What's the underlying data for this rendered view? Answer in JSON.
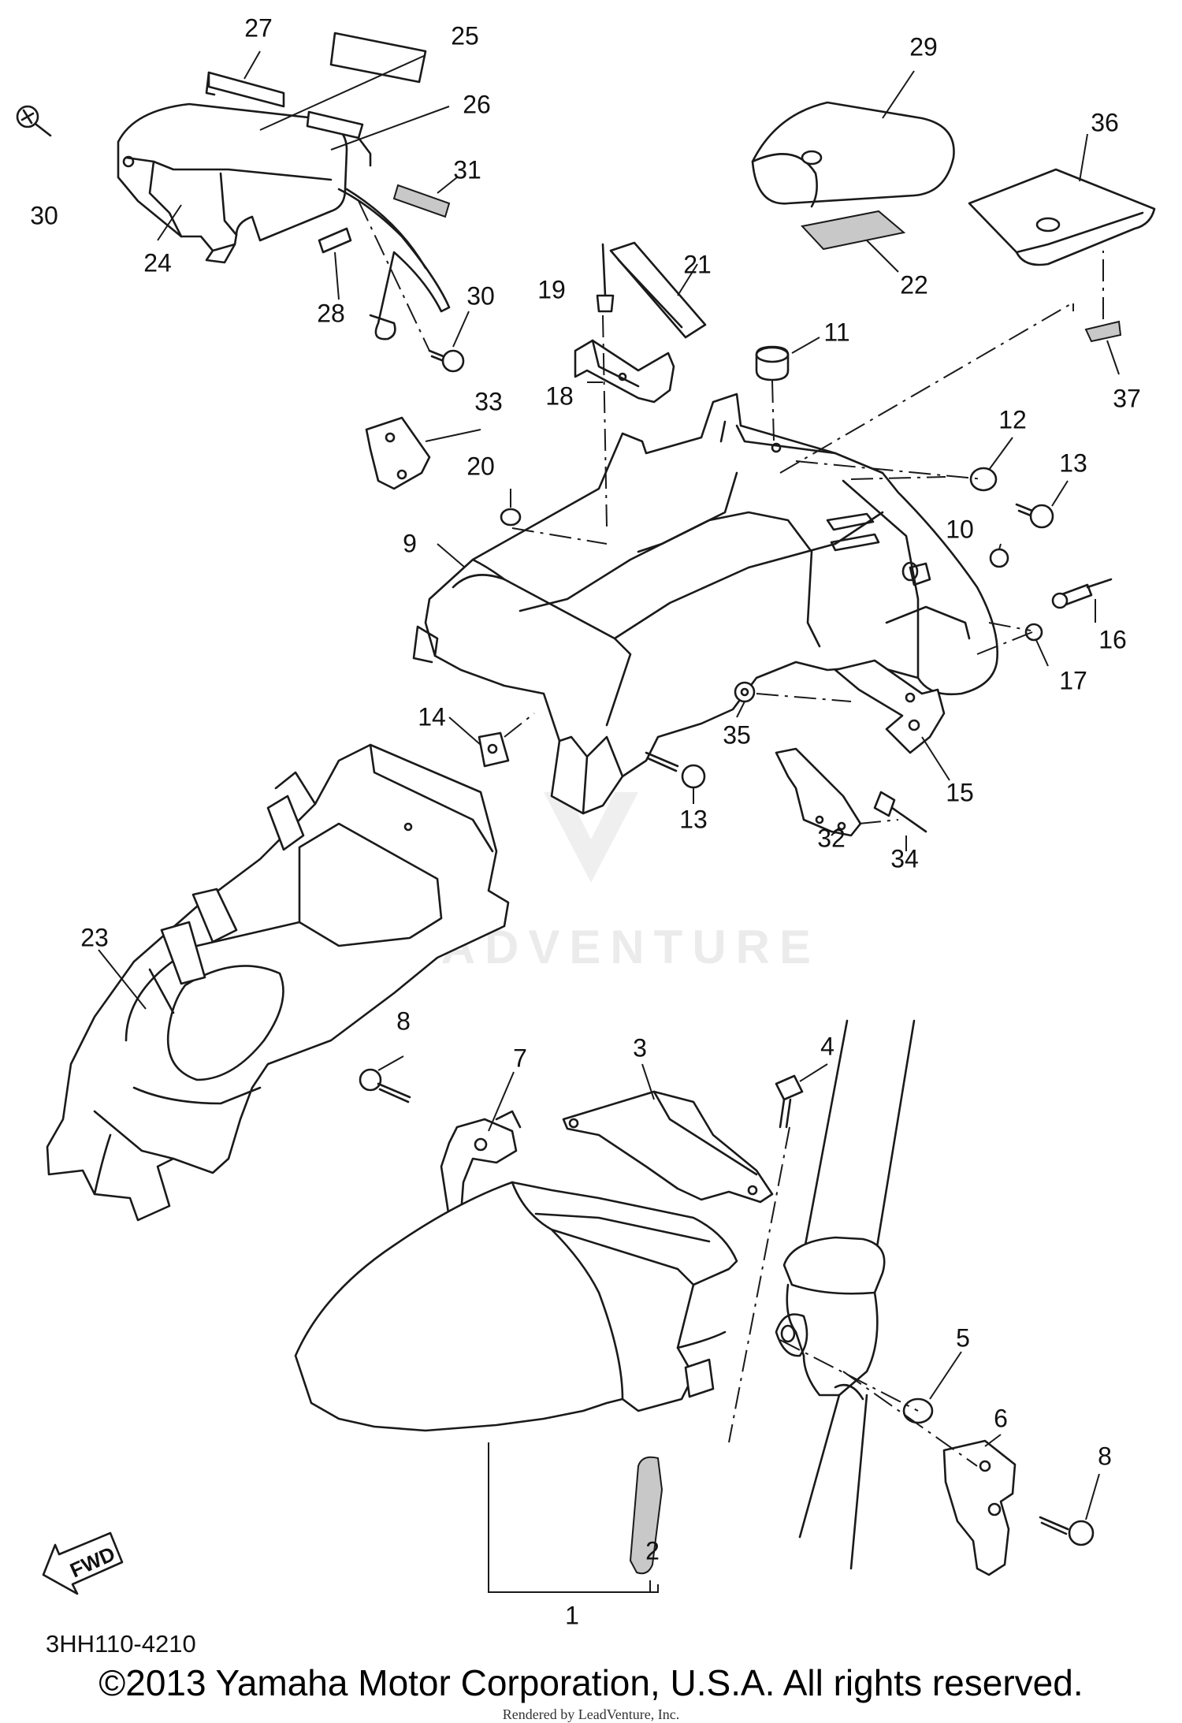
{
  "diagram": {
    "ref_code": "3HH110-4210",
    "copyright": "©2013 Yamaha Motor Corporation, U.S.A. All rights reserved.",
    "rendered_by": "Rendered by LeadVenture, Inc.",
    "watermark": "LEADVENTURE",
    "direction_label": "FWD",
    "callouts": [
      {
        "id": "c1",
        "label": "1"
      },
      {
        "id": "c2",
        "label": "2"
      },
      {
        "id": "c3",
        "label": "3"
      },
      {
        "id": "c4",
        "label": "4"
      },
      {
        "id": "c5",
        "label": "5"
      },
      {
        "id": "c6",
        "label": "6"
      },
      {
        "id": "c7",
        "label": "7"
      },
      {
        "id": "c8a",
        "label": "8"
      },
      {
        "id": "c8b",
        "label": "8"
      },
      {
        "id": "c9",
        "label": "9"
      },
      {
        "id": "c10",
        "label": "10"
      },
      {
        "id": "c11",
        "label": "11"
      },
      {
        "id": "c12",
        "label": "12"
      },
      {
        "id": "c13a",
        "label": "13"
      },
      {
        "id": "c13b",
        "label": "13"
      },
      {
        "id": "c14",
        "label": "14"
      },
      {
        "id": "c15",
        "label": "15"
      },
      {
        "id": "c16",
        "label": "16"
      },
      {
        "id": "c17",
        "label": "17"
      },
      {
        "id": "c18",
        "label": "18"
      },
      {
        "id": "c19",
        "label": "19"
      },
      {
        "id": "c20",
        "label": "20"
      },
      {
        "id": "c21",
        "label": "21"
      },
      {
        "id": "c22",
        "label": "22"
      },
      {
        "id": "c23",
        "label": "23"
      },
      {
        "id": "c24",
        "label": "24"
      },
      {
        "id": "c25",
        "label": "25"
      },
      {
        "id": "c26",
        "label": "26"
      },
      {
        "id": "c27",
        "label": "27"
      },
      {
        "id": "c28",
        "label": "28"
      },
      {
        "id": "c29",
        "label": "29"
      },
      {
        "id": "c30a",
        "label": "30"
      },
      {
        "id": "c30b",
        "label": "30"
      },
      {
        "id": "c31",
        "label": "31"
      },
      {
        "id": "c32",
        "label": "32"
      },
      {
        "id": "c33",
        "label": "33"
      },
      {
        "id": "c34",
        "label": "34"
      },
      {
        "id": "c35",
        "label": "35"
      },
      {
        "id": "c36",
        "label": "36"
      },
      {
        "id": "c37",
        "label": "37"
      }
    ]
  }
}
